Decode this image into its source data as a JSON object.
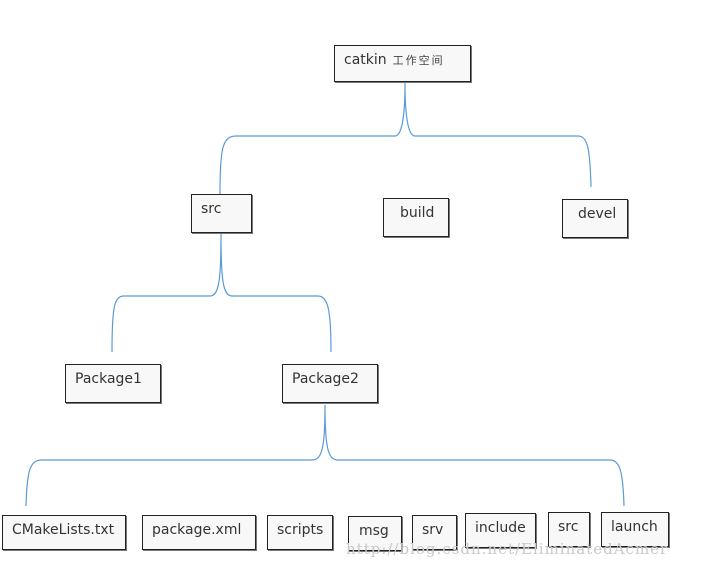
{
  "diagram": {
    "root": {
      "label": "catkin",
      "label_cjk": "工作空间"
    },
    "workspace_children": {
      "src": "src",
      "build": "build",
      "devel": "devel"
    },
    "src_children": {
      "package1": "Package1",
      "package2": "Package2"
    },
    "package2_children": {
      "cmakelists": "CMakeLists.txt",
      "package_xml": "package.xml",
      "scripts": "scripts",
      "msg": "msg",
      "srv": "srv",
      "include": "include",
      "src": "src",
      "launch": "launch"
    },
    "connector_color": "#5b9bd5",
    "node_fill": "#f8f8f8",
    "node_border": "#222222"
  },
  "watermark": "http://blog.csdn.net/EliminatedAcmer"
}
